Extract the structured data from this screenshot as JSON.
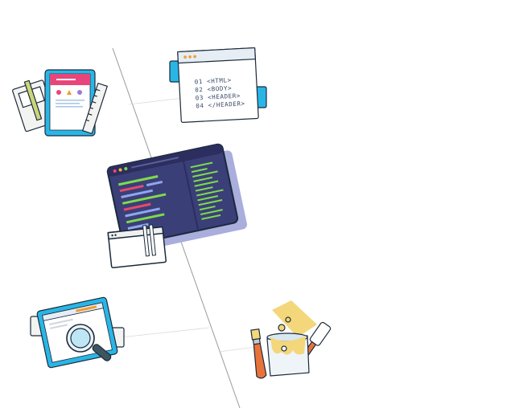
{
  "code_panel": {
    "lines": [
      "01 <HTML>",
      "02 <BODY>",
      "03 <HEADER>",
      "04 </HEADER>"
    ]
  },
  "colors": {
    "outline": "#1b2a3a",
    "cyan": "#29b6e6",
    "pink": "#e8467a",
    "dark_screen": "#3b3f78",
    "code_green": "#7ddb4a",
    "code_red": "#e84a6a",
    "code_blue": "#8fa6f0",
    "paint_yellow": "#f3d77a",
    "paint_orange": "#e8733a",
    "line_gray": "#9a9aa0"
  },
  "icons": [
    "tablet-design-icon",
    "html-code-window-icon",
    "code-editor-monitor-icon",
    "magnifier-browser-icon",
    "paint-bucket-icon"
  ]
}
